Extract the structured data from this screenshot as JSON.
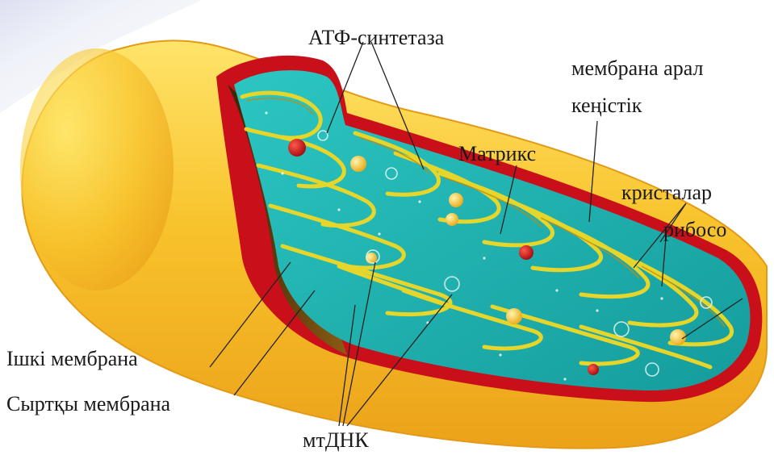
{
  "labels": {
    "atp_synthase": "АТФ-синтетаза",
    "intermembrane_line1": "мембрана арал",
    "intermembrane_line2": "кеңістік",
    "matrix": "Матрикс",
    "cristae": "кристалар",
    "ribosomes": "рибосо",
    "inner_membrane": "Ішкі мембрана",
    "outer_membrane": "Сыртқы мембрана",
    "mtdna": "мтДНК"
  },
  "colors": {
    "outer_membrane": "#f3b21c",
    "outer_highlight": "#ffe35a",
    "intermembrane_red": "#c9101a",
    "matrix": "#1fb7b5",
    "cristae_fold": "#e6d52a",
    "cut_wall": "#7a4a10",
    "ribosome": "#f2c12a",
    "dna_spot": "#d31421"
  }
}
